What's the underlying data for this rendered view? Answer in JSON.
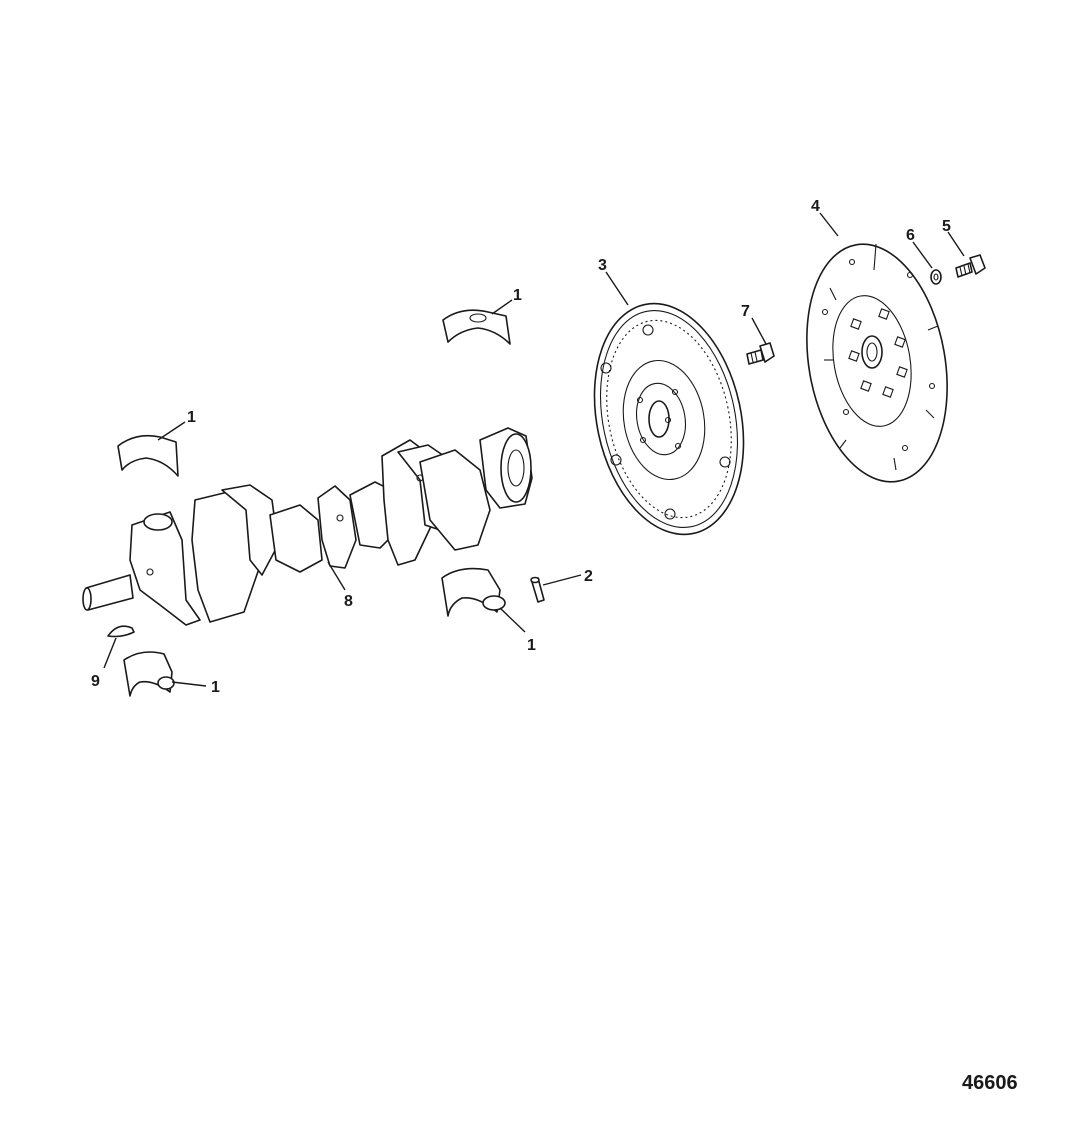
{
  "callouts": {
    "c1a": "1",
    "c1b": "1",
    "c1c": "1",
    "c1d": "1",
    "c2": "2",
    "c3": "3",
    "c4": "4",
    "c5": "5",
    "c6": "6",
    "c7": "7",
    "c8": "8",
    "c9": "9"
  },
  "figure_number": "46606"
}
